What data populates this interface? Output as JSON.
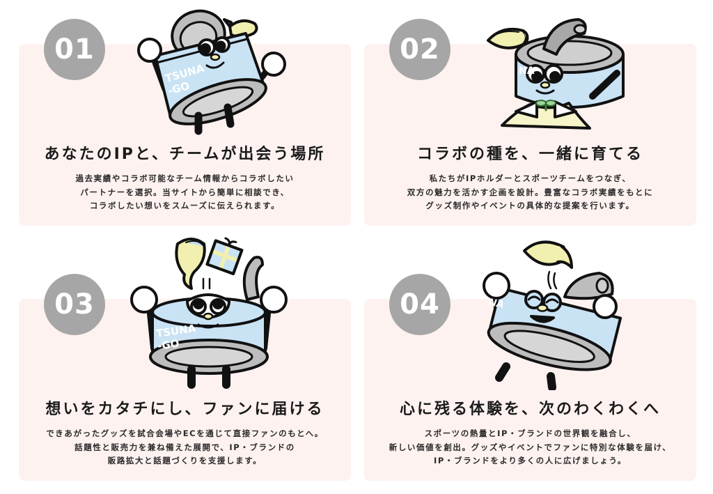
{
  "colors": {
    "card_bg": "#fdf2f0",
    "badge_bg": "#a6a6a6",
    "badge_text": "#ffffff",
    "can_blue": "#c9e3f5",
    "can_gray": "#bdbdbd",
    "fish_yellow": "#f2f0b0",
    "fish_blue": "#c4ddf0",
    "outline": "#111111"
  },
  "steps": [
    {
      "number": "01",
      "mascot_label": "TSUNA-GO",
      "mascot_icon": "tuna-can-mascot-waving-icon",
      "title": "あなたのIPと、チームが出会う場所",
      "desc_lines": [
        "過去実績やコラボ可能なチーム情報からコラボしたい",
        "パートナーを選択。当サイトから簡単に相談でき、",
        "コラボしたい想いをスムーズに伝えられます。"
      ]
    },
    {
      "number": "02",
      "mascot_label": "NA",
      "mascot_icon": "tuna-can-mascot-sprout-icon",
      "title": "コラボの種を、一緒に育てる",
      "desc_lines": [
        "私たちがIPホルダーとスポーツチームをつなぎ、",
        "双方の魅力を活かす企画を設計。豊富なコラボ実績をもとに",
        "グッズ制作やイベントの具体的な提案を行います。"
      ]
    },
    {
      "number": "03",
      "mascot_label": "TSUNA-GO",
      "mascot_icon": "tuna-can-mascot-gift-icon",
      "title": "想いをカタチにし、ファンに届ける",
      "desc_lines": [
        "できあがったグッズを試合会場やECを通じて直接ファンのもとへ。",
        "話題性と販売力を兼ね備えた展開で、IP・ブランドの",
        "販路拡大と話題づくりを支援します。"
      ]
    },
    {
      "number": "04",
      "mascot_label": "NA",
      "mascot_icon": "tuna-can-mascot-happy-icon",
      "title": "心に残る体験を、次のわくわくへ",
      "desc_lines": [
        "スポーツの熱量とIP・ブランドの世界観を融合し、",
        "新しい価値を創出。グッズやイベントでファンに特別な体験を届け、",
        "IP・ブランドをより多くの人に広げましょう。"
      ]
    }
  ]
}
